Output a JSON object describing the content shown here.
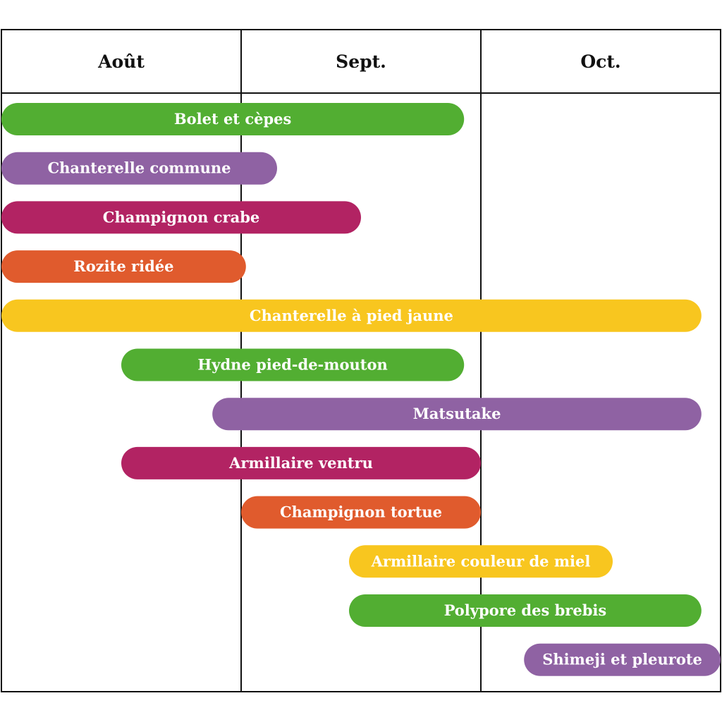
{
  "chart_data": {
    "type": "gantt",
    "months": [
      "Août",
      "Sept.",
      "Oct."
    ],
    "x_range": [
      0,
      3
    ],
    "series": [
      {
        "label": "Bolet et cèpes",
        "start": 0.0,
        "end": 1.93,
        "color": "#52ae32"
      },
      {
        "label": "Chanterelle commune",
        "start": 0.0,
        "end": 1.15,
        "color": "#8f62a3"
      },
      {
        "label": "Champignon crabe",
        "start": 0.0,
        "end": 1.5,
        "color": "#b22363"
      },
      {
        "label": "Rozite ridée",
        "start": 0.0,
        "end": 1.02,
        "color": "#e05b2d"
      },
      {
        "label": "Chanterelle à pied jaune",
        "start": 0.0,
        "end": 2.92,
        "color": "#f8c61f"
      },
      {
        "label": "Hydne pied-de-mouton",
        "start": 0.5,
        "end": 1.93,
        "color": "#52ae32"
      },
      {
        "label": "Matsutake",
        "start": 0.88,
        "end": 2.92,
        "color": "#8f62a3"
      },
      {
        "label": "Armillaire ventru",
        "start": 0.5,
        "end": 2.0,
        "color": "#b22363"
      },
      {
        "label": "Champignon tortue",
        "start": 1.0,
        "end": 2.0,
        "color": "#e05b2d"
      },
      {
        "label": "Armillaire couleur de miel",
        "start": 1.45,
        "end": 2.55,
        "color": "#f8c61f"
      },
      {
        "label": "Polypore des brebis",
        "start": 1.45,
        "end": 2.92,
        "color": "#52ae32"
      },
      {
        "label": "Shimeji et pleurote",
        "start": 2.18,
        "end": 3.0,
        "color": "#8f62a3"
      }
    ],
    "grid": true,
    "legend": "none"
  }
}
